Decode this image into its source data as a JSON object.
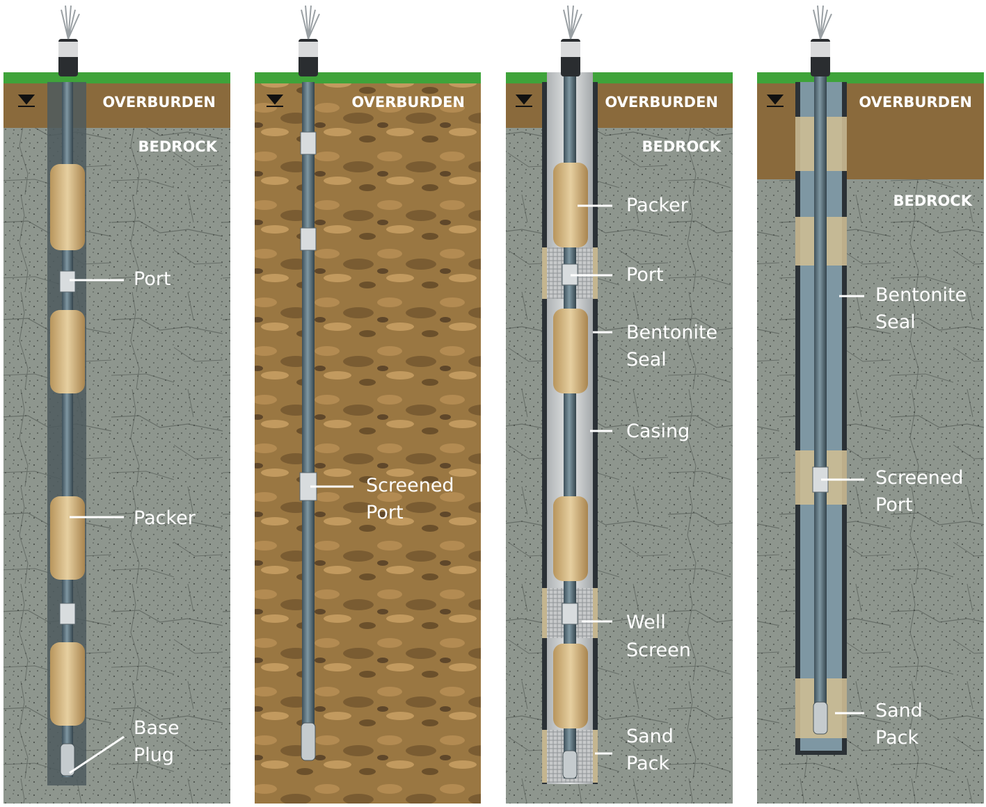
{
  "colors": {
    "bedrock": "#8e968e",
    "bedrock_dark": "#6f776f",
    "overburden": "#8a6a3c",
    "soil_light": "#b08a50",
    "soil_dark": "#6e5530",
    "grass": "#3fa33a",
    "pipe": "#4f6470",
    "pipe_light": "#7f97a2",
    "packer": "#cfb07a",
    "packer_light": "#e6cfa0",
    "casing": "#c9ccce",
    "borehole": "#2b3136",
    "sand": "#c4b58f",
    "water": "#7e97a3"
  },
  "panels": [
    {
      "overburden_label": "OVERBURDEN",
      "bedrock_label": "BEDROCK",
      "water_table_icon": "water-table-icon",
      "callouts": [
        {
          "lines": [
            "Port"
          ]
        },
        {
          "lines": [
            "Packer"
          ]
        },
        {
          "lines": [
            "Base",
            "Plug"
          ]
        }
      ]
    },
    {
      "overburden_label": "OVERBURDEN",
      "water_table_icon": "water-table-icon",
      "callouts": [
        {
          "lines": [
            "Screened",
            "Port"
          ]
        }
      ]
    },
    {
      "overburden_label": "OVERBURDEN",
      "bedrock_label": "BEDROCK",
      "water_table_icon": "water-table-icon",
      "callouts": [
        {
          "lines": [
            "Packer"
          ]
        },
        {
          "lines": [
            "Port"
          ]
        },
        {
          "lines": [
            "Bentonite",
            "Seal"
          ]
        },
        {
          "lines": [
            "Casing"
          ]
        },
        {
          "lines": [
            "Well",
            "Screen"
          ]
        },
        {
          "lines": [
            "Sand",
            "Pack"
          ]
        }
      ]
    },
    {
      "overburden_label": "OVERBURDEN",
      "bedrock_label": "BEDROCK",
      "water_table_icon": "water-table-icon",
      "callouts": [
        {
          "lines": [
            "Bentonite",
            "Seal"
          ]
        },
        {
          "lines": [
            "Screened",
            "Port"
          ]
        },
        {
          "lines": [
            "Sand",
            "Pack"
          ]
        }
      ]
    }
  ]
}
